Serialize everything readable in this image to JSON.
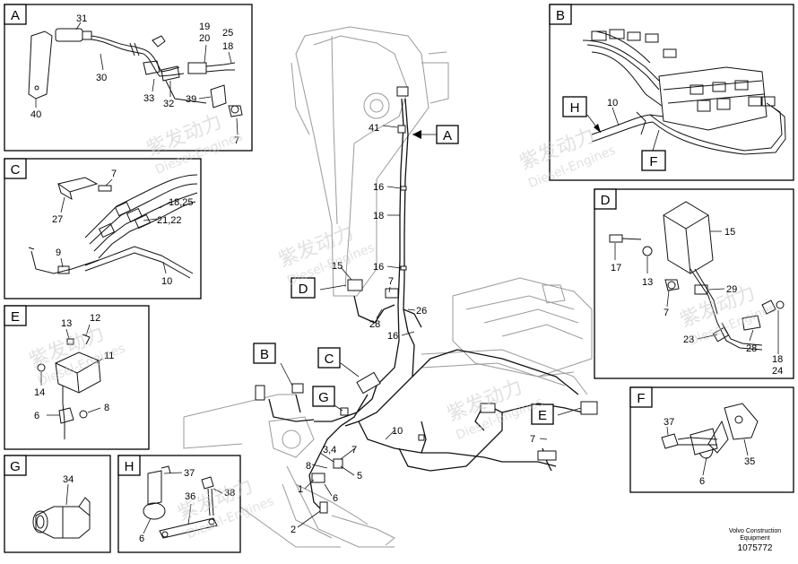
{
  "panels": {
    "A": {
      "letter": "A",
      "labels": {
        "l31": "31",
        "l19": "19",
        "l20": "20",
        "l25": "25",
        "l18": "18",
        "l30": "30",
        "l33": "33",
        "l32": "32",
        "l39": "39",
        "l40": "40",
        "l7": "7"
      }
    },
    "B": {
      "letter": "B",
      "labels": {
        "l10": "10"
      },
      "callouts": {
        "H": "H",
        "F": "F"
      }
    },
    "C": {
      "letter": "C",
      "labels": {
        "l7": "7",
        "l27": "27",
        "l18_25": "18,25",
        "l21_22": "21,22",
        "l9": "9",
        "l10": "10"
      }
    },
    "D": {
      "letter": "D",
      "labels": {
        "l15": "15",
        "l17": "17",
        "l13": "13",
        "l29": "29",
        "l7": "7",
        "l23": "23",
        "l28": "28",
        "l18": "18",
        "l24": "24"
      }
    },
    "E": {
      "letter": "E",
      "labels": {
        "l13": "13",
        "l12": "12",
        "l11": "11",
        "l14": "14",
        "l6": "6",
        "l8": "8"
      }
    },
    "F": {
      "letter": "F",
      "labels": {
        "l37": "37",
        "l35": "35",
        "l6": "6"
      }
    },
    "G": {
      "letter": "G",
      "labels": {
        "l34": "34"
      }
    },
    "H": {
      "letter": "H",
      "labels": {
        "l37": "37",
        "l36": "36",
        "l38": "38",
        "l6": "6"
      }
    }
  },
  "main": {
    "callouts": {
      "A": "A",
      "B": "B",
      "C": "C",
      "D": "D",
      "E": "E",
      "G": "G"
    },
    "labels": {
      "l41": "41",
      "l16a": "16",
      "l18": "18",
      "l16b": "16",
      "l15": "15",
      "l7a": "7",
      "l28": "28",
      "l26": "26",
      "l16c": "16",
      "l10": "10",
      "l3_4": "3,4",
      "l7b": "7",
      "l8": "8",
      "l5": "5",
      "l1": "1",
      "l6": "6",
      "l2": "2",
      "l7c": "7"
    }
  },
  "footer": {
    "company": "Volvo Construction",
    "company2": "Equipment",
    "part_number": "1075772"
  },
  "watermark": {
    "chinese": "紫发动力",
    "latin": "Diesel-Engines"
  }
}
